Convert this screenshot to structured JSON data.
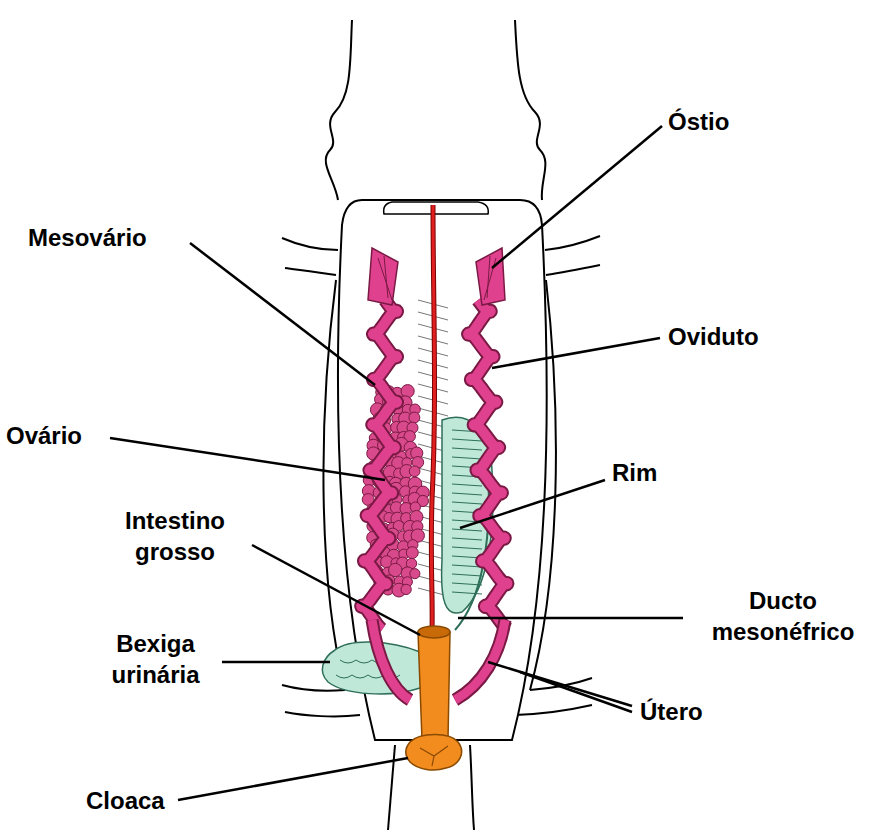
{
  "diagram": {
    "labels": [
      "Óstio",
      "Mesovário",
      "Oviduto",
      "Ovário",
      "Rim",
      "Intestino grosso",
      "Ducto mesonéfrico",
      "Bexiga urinária",
      "Útero",
      "Cloaca"
    ]
  }
}
